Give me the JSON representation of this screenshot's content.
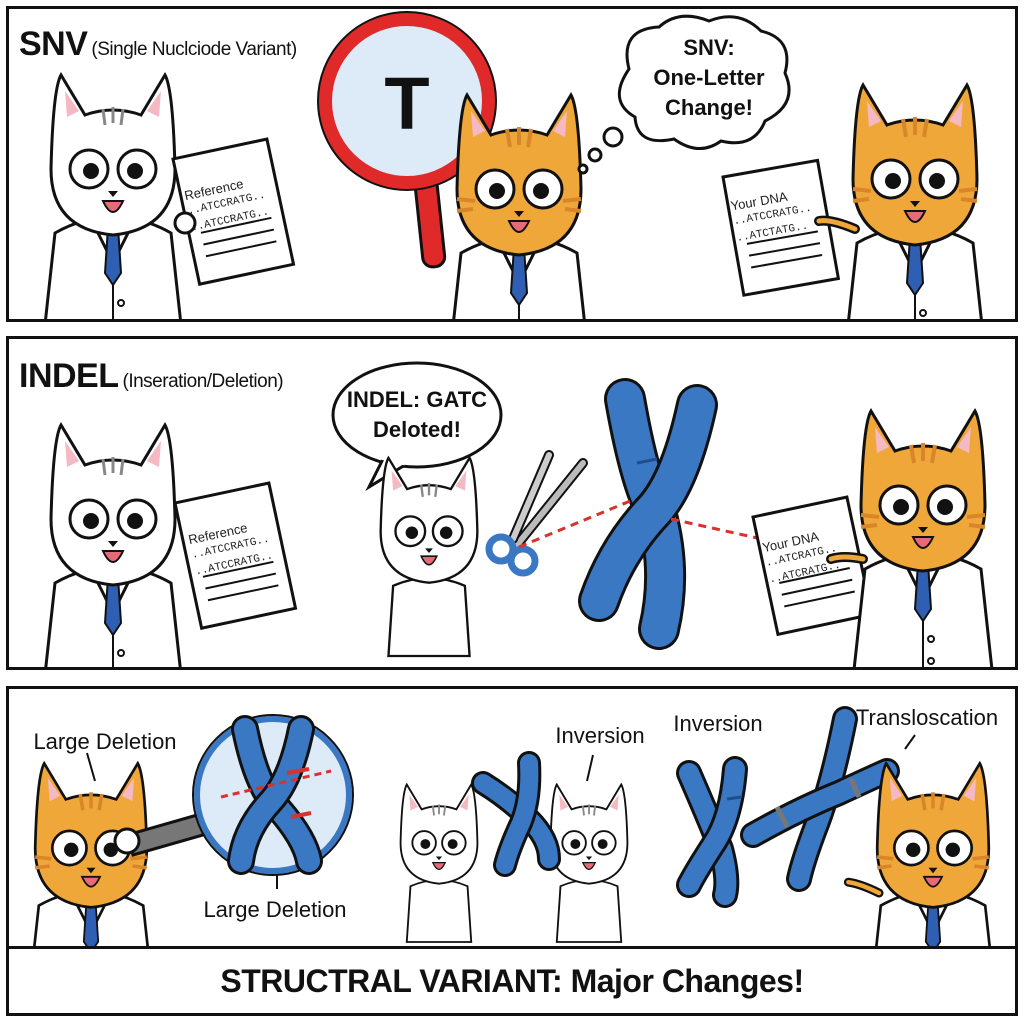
{
  "panels": {
    "snv": {
      "title": "SNV",
      "subtitle": "(Single Nuclciode Variant)",
      "magnifier_letter": "T",
      "thought_line1": "SNV:",
      "thought_line2": "One-Letter",
      "thought_line3": "Change!",
      "ref_doc": {
        "heading": "Reference",
        "line1": "..ATCCRATG..",
        "line2": "..ATCCRATG.."
      },
      "your_doc": {
        "heading": "Your DNA",
        "line1": "..ATCCRATG..",
        "line2": "..ATCTATG.."
      }
    },
    "indel": {
      "title": "INDEL",
      "subtitle": "(Inseration/Deletion)",
      "speech_line1": "INDEL: GATC",
      "speech_line2": "Deloted!",
      "ref_doc": {
        "heading": "Reference",
        "line1": "..ATCCRATG..",
        "line2": "..ATCCRATG.."
      },
      "your_doc": {
        "heading": "Your DNA",
        "line1": "..ATCRATG..",
        "line2": "..ATCRATG.."
      }
    },
    "sv": {
      "label_large_deletion_top": "Large Deletion",
      "label_large_deletion_bottom": "Large Deletion",
      "label_inversion_1": "Inversion",
      "label_inversion_2": "Inversion",
      "label_translocation": "Transloscation",
      "footer_bold": "STRUCTRAL VARIANT:",
      "footer_rest": " Major Changes!"
    }
  },
  "colors": {
    "outline": "#111111",
    "orange_cat": "#F0A73A",
    "orange_stripe": "#D9862A",
    "white_cat": "#FFFFFF",
    "chromosome_blue": "#3B78C4",
    "chromosome_dark": "#1F4E8C",
    "tie_blue": "#2F5FB3",
    "magnifier_red": "#E02A2A",
    "lens_blue": "#DCEBF7",
    "dash_red": "#D8312E"
  }
}
